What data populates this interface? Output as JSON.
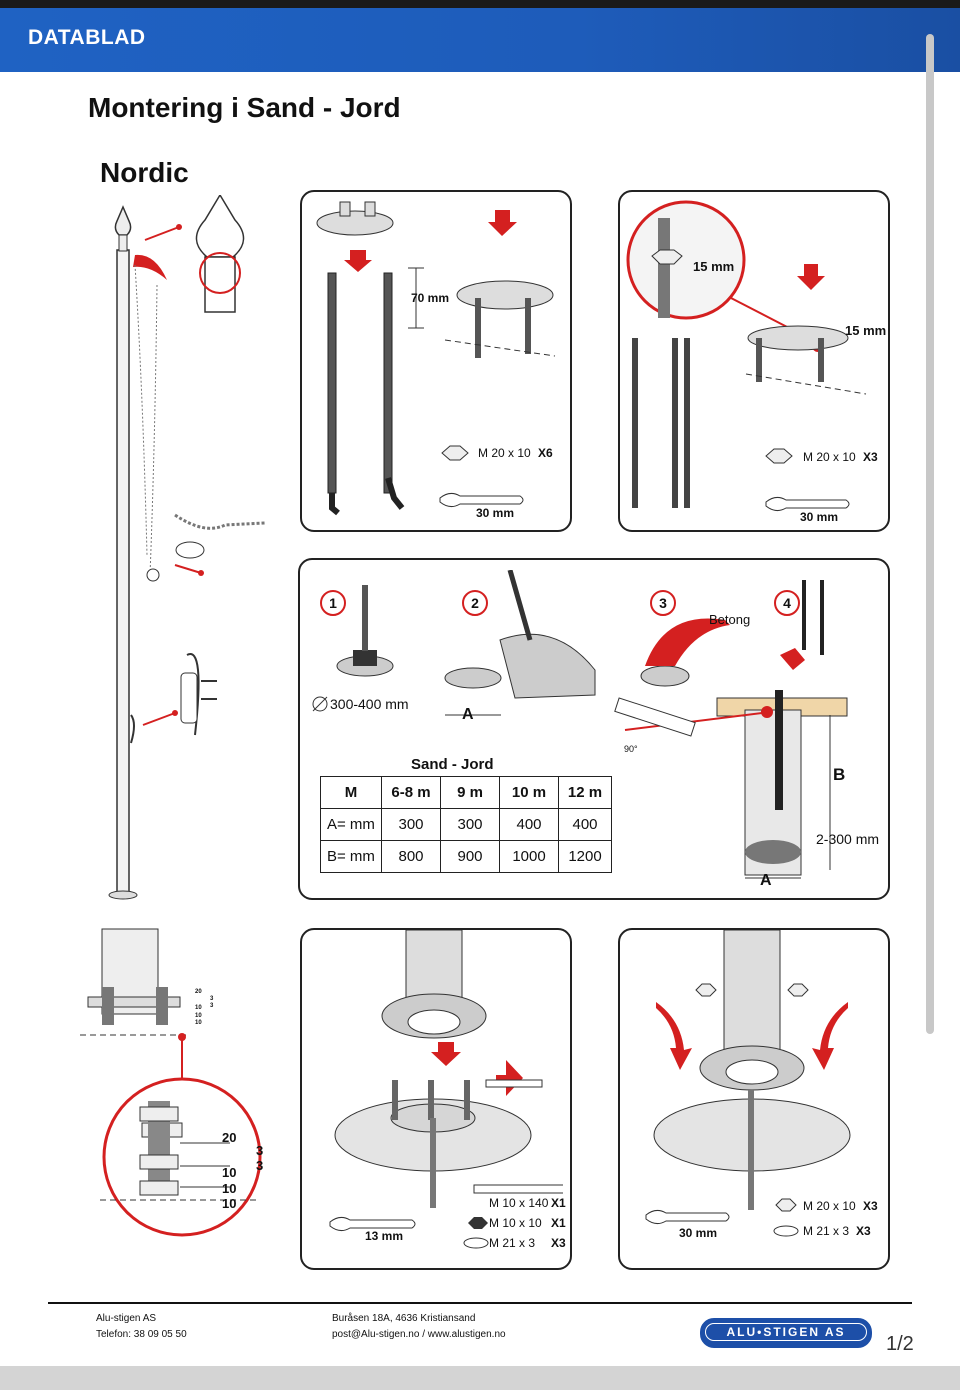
{
  "header": {
    "title": "DATABLAD"
  },
  "doc": {
    "title": "Montering i Sand - Jord",
    "subtitle": "Nordic"
  },
  "panel1": {
    "dim": "70 mm",
    "part": "M 20 x 10",
    "qty": "X6",
    "wrench": "30 mm"
  },
  "panel2": {
    "dim1": "15 mm",
    "dim2": "15 mm",
    "part": "M 20 x 10",
    "qty": "X3",
    "wrench": "30 mm"
  },
  "steps": {
    "nums": [
      "1",
      "2",
      "3",
      "4"
    ],
    "diameter": "300-400 mm",
    "a_label": "A",
    "concrete": "Betong",
    "angle": "90°",
    "b_label": "B",
    "depth": "2-300 mm",
    "a_bottom": "A"
  },
  "table": {
    "title": "Sand - Jord",
    "headers": [
      "M",
      "6-8 m",
      "9 m",
      "10 m",
      "12 m"
    ],
    "rows": [
      {
        "label": "A= mm",
        "values": [
          "300",
          "300",
          "400",
          "400"
        ]
      },
      {
        "label": "B= mm",
        "values": [
          "800",
          "900",
          "1000",
          "1200"
        ]
      }
    ]
  },
  "detail": {
    "small": [
      "20",
      "3",
      "3",
      "10",
      "10",
      "10"
    ],
    "big": [
      "20",
      "3",
      "3",
      "10",
      "10",
      "10"
    ]
  },
  "panel3": {
    "bolt": "M 10 x 140",
    "bolt_qty": "X1",
    "nut": "M 10 x 10",
    "nut_qty": "X1",
    "washer": "M 21 x 3",
    "washer_qty": "X3",
    "wrench": "13 mm"
  },
  "panel4": {
    "nut": "M 20 x 10",
    "nut_qty": "X3",
    "washer": "M 21 x 3",
    "washer_qty": "X3",
    "wrench": "30 mm"
  },
  "footer": {
    "company": "Alu-stigen AS",
    "phone": "Telefon: 38 09 05 50",
    "address": "Buråsen 18A, 4636 Kristiansand",
    "contact": "post@Alu-stigen.no / www.alustigen.no",
    "logo": "ALU•STIGEN AS",
    "page": "1/2"
  },
  "colors": {
    "header_blue": "#1f62c3",
    "accent_red": "#d42020"
  }
}
